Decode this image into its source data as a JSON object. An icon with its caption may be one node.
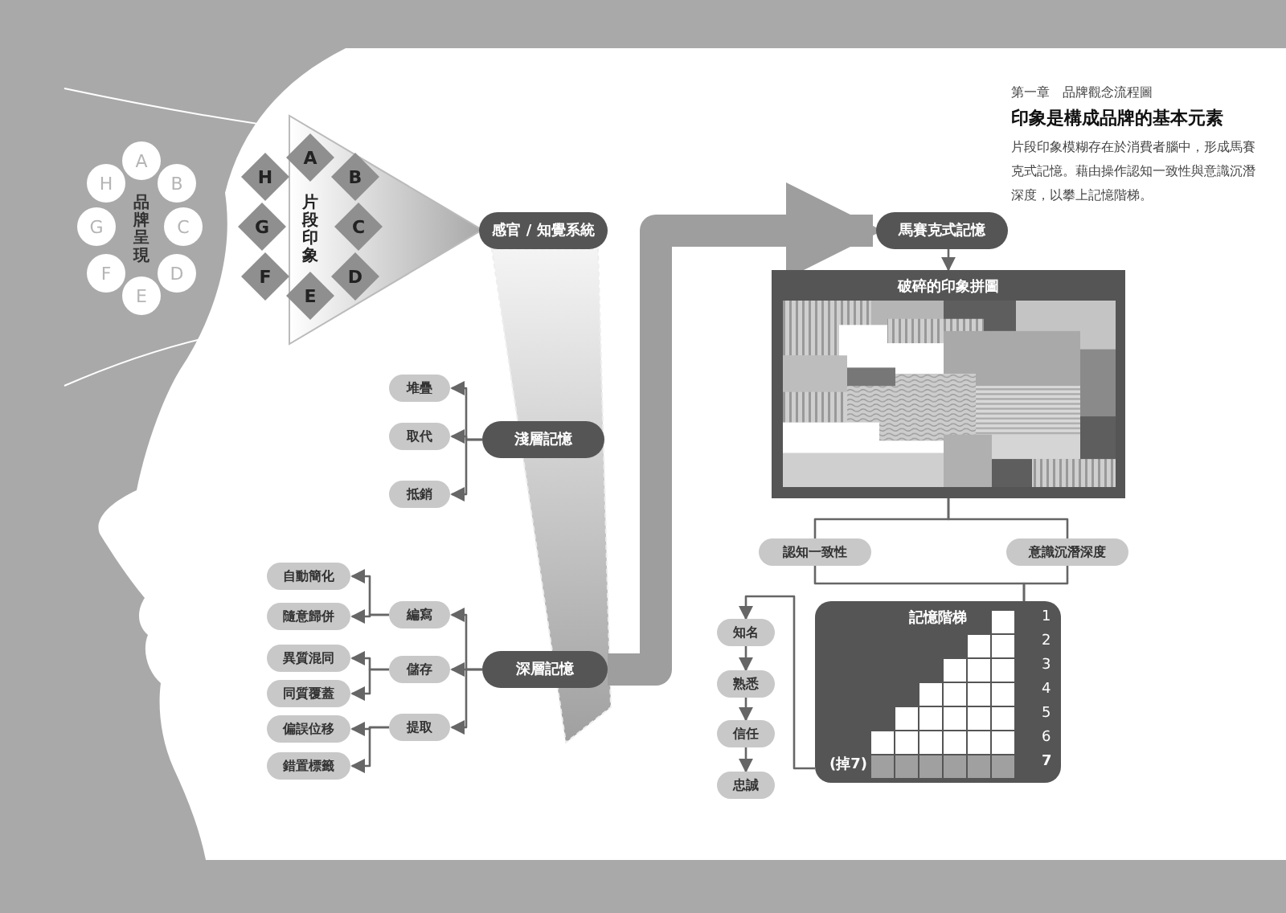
{
  "diagram": {
    "title": "印象是構成品牌的基本元素",
    "nodes": [
      {
        "text": [
          "A"
        ]
      },
      {
        "text": [
          "B"
        ]
      },
      {
        "text": [
          "C"
        ]
      },
      {
        "text": [
          "D"
        ]
      },
      {
        "text": [
          "E"
        ]
      },
      {
        "text": [
          "F"
        ]
      },
      {
        "text": [
          "G"
        ]
      },
      {
        "text": [
          "H"
        ]
      },
      {
        "text": [
          "A"
        ]
      },
      {
        "text": [
          "B"
        ]
      },
      {
        "text": [
          "C"
        ]
      },
      {
        "text": [
          "D"
        ]
      },
      {
        "text": [
          "E"
        ]
      },
      {
        "text": [
          "F"
        ]
      },
      {
        "text": [
          "G"
        ]
      },
      {
        "text": [
          "H"
        ]
      },
      {
        "text": [
          "感官 / 知覺系統"
        ]
      },
      {
        "text": [
          "淺層記憶"
        ]
      },
      {
        "text": [
          "堆疊"
        ]
      },
      {
        "text": [
          "取代"
        ]
      },
      {
        "text": [
          "抵銷"
        ]
      },
      {
        "text": [
          "深層記憶"
        ]
      },
      {
        "text": [
          "編寫"
        ]
      },
      {
        "text": [
          "儲存"
        ]
      },
      {
        "text": [
          "提取"
        ]
      },
      {
        "text": [
          "自動簡化"
        ]
      },
      {
        "text": [
          "隨意歸併"
        ]
      },
      {
        "text": [
          "異質混同"
        ]
      },
      {
        "text": [
          "同質覆蓋"
        ]
      },
      {
        "text": [
          "偏誤位移"
        ]
      },
      {
        "text": [
          "錯置標籤"
        ]
      },
      {
        "text": [
          "馬賽克式記憶"
        ]
      },
      {
        "text": [
          "破碎的印象拼圖"
        ]
      },
      {
        "text": [
          "認知一致性"
        ]
      },
      {
        "text": [
          "意識沉潛深度"
        ]
      },
      {
        "text": [
          "記憶階梯"
        ]
      },
      {
        "text": [
          "知名"
        ]
      },
      {
        "text": [
          "熟悉"
        ]
      },
      {
        "text": [
          "信任"
        ]
      },
      {
        "text": [
          "忠誠"
        ]
      }
    ],
    "edges": [
      {
        "from": 17,
        "to": 18,
        "arrow": "to"
      },
      {
        "from": 17,
        "to": 19,
        "arrow": "to"
      },
      {
        "from": 17,
        "to": 20,
        "arrow": "to"
      },
      {
        "from": 21,
        "to": 22,
        "arrow": "to"
      },
      {
        "from": 21,
        "to": 23,
        "arrow": "to"
      },
      {
        "from": 21,
        "to": 24,
        "arrow": "to"
      },
      {
        "from": 22,
        "to": 25,
        "arrow": "to"
      },
      {
        "from": 22,
        "to": 26,
        "arrow": "to"
      },
      {
        "from": 23,
        "to": 27,
        "arrow": "to"
      },
      {
        "from": 23,
        "to": 28,
        "arrow": "to"
      },
      {
        "from": 24,
        "to": 29,
        "arrow": "to"
      },
      {
        "from": 24,
        "to": 30,
        "arrow": "to"
      },
      {
        "from": 21,
        "to": 31,
        "arrow": "to",
        "style": "thick",
        "color": "#9e9e9e"
      },
      {
        "from": 31,
        "to": 32,
        "arrow": "to"
      },
      {
        "from": 32,
        "to": 33,
        "arrow": "none"
      },
      {
        "from": 32,
        "to": 34,
        "arrow": "none"
      },
      {
        "from": 33,
        "to": 35,
        "arrow": "none"
      },
      {
        "from": 34,
        "to": 35,
        "arrow": "none"
      },
      {
        "from": 35,
        "to": 36,
        "arrow": "to"
      },
      {
        "from": 36,
        "to": 37,
        "arrow": "to"
      },
      {
        "from": 37,
        "to": 38,
        "arrow": "to"
      },
      {
        "from": 38,
        "to": 39,
        "arrow": "to"
      }
    ],
    "labels": [
      "第一章　品牌觀念流程圖",
      "片段印象模糊存在於消費者腦中，形成馬賽克式記憶。藉由操作認知一致性與意識沉潛深度，以攀上記憶階梯。",
      "品牌呈現",
      "片段印象",
      "1",
      "2",
      "3",
      "4",
      "5",
      "6",
      "7",
      "(掉7)"
    ]
  }
}
